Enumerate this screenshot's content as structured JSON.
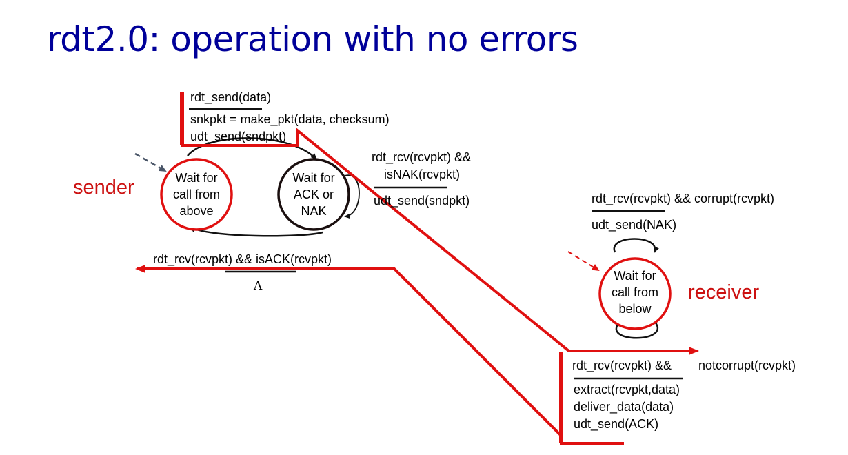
{
  "title": "rdt2.0: operation with no errors",
  "roles": {
    "sender": "sender",
    "receiver": "receiver"
  },
  "states": {
    "wait_call_above": [
      "Wait for",
      "call from",
      "above"
    ],
    "wait_ack_nak": [
      "Wait for",
      "ACK or",
      "NAK"
    ],
    "wait_call_below": [
      "Wait for",
      "call from",
      "below"
    ]
  },
  "transitions": {
    "send_data": {
      "event": "rdt_send(data)",
      "actions": [
        "snkpkt = make_pkt(data, checksum)",
        "udt_send(sndpkt)"
      ]
    },
    "nak": {
      "event": [
        "rdt_rcv(rcvpkt) &&",
        "isNAK(rcvpkt)"
      ],
      "action": "udt_send(sndpkt)"
    },
    "ack": {
      "event": "rdt_rcv(rcvpkt) && isACK(rcvpkt)",
      "action": "Λ"
    },
    "corrupt": {
      "event": "rdt_rcv(rcvpkt) && corrupt(rcvpkt)",
      "action": "udt_send(NAK)"
    },
    "notcorrupt": {
      "event_a": "rdt_rcv(rcvpkt) &&",
      "event_b": "notcorrupt(rcvpkt)",
      "actions": [
        "extract(rcvpkt,data)",
        "deliver_data(data)",
        "udt_send(ACK)"
      ]
    }
  },
  "colors": {
    "title": "#000099",
    "highlight": "#e01010",
    "role": "#cc1111",
    "arrow": "#111111",
    "initial_arrow_sender": "#4a5668"
  }
}
